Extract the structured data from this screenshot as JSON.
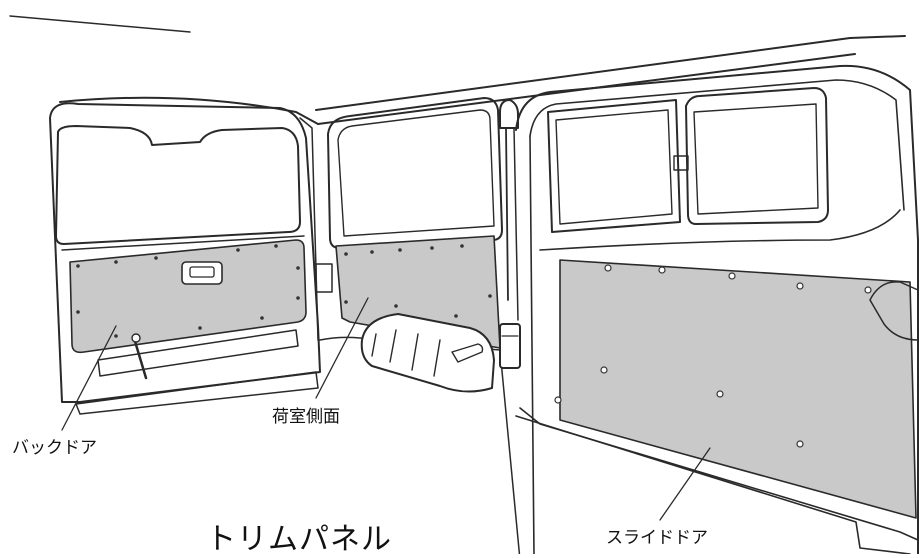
{
  "diagram": {
    "title": "トリムパネル",
    "callouts": {
      "back_door": "バックドア",
      "cargo_side": "荷室側面",
      "slide_door": "スライドドア"
    }
  },
  "colors": {
    "line": "#2a2a2a",
    "panel_fill": "#c9c9c9",
    "background": "#ffffff"
  }
}
